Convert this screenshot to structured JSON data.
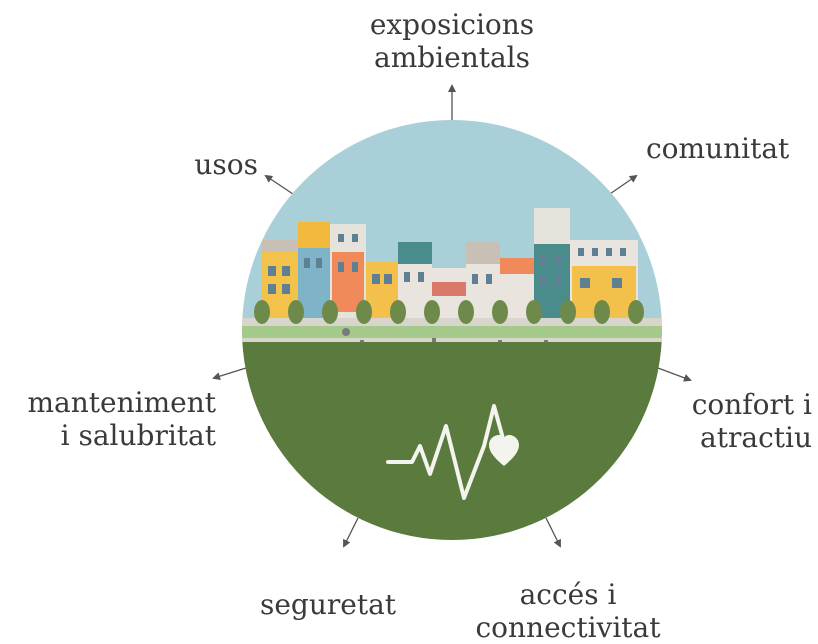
{
  "labels": {
    "top": [
      "exposicions",
      "ambientals"
    ],
    "top_right": [
      "comunitat"
    ],
    "right": [
      "confort i",
      "atractiu"
    ],
    "bottom_right": [
      "accés i",
      "connectivitat"
    ],
    "bottom_left": [
      "seguretat"
    ],
    "left": [
      "manteniment",
      "i salubritat"
    ],
    "top_left": [
      "usos"
    ]
  },
  "icons": {
    "heartbeat": "heartbeat-heart-icon"
  },
  "colors": {
    "sky": "#a9cfd8",
    "ground": "#5a7a3e",
    "grass": "#a4c98a",
    "sidewalk": "#d8d5cc",
    "text": "#3a3a3a",
    "arrow": "#555555",
    "trees": "#6e8a4a"
  }
}
